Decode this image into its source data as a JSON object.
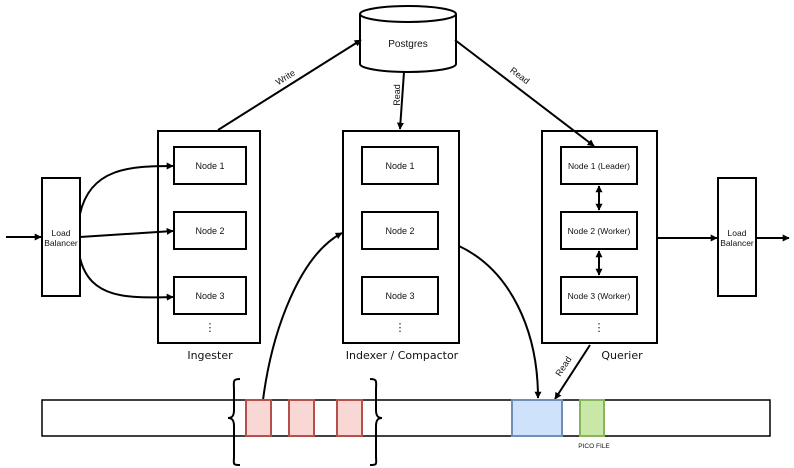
{
  "diagram": {
    "database": {
      "label": "Postgres"
    },
    "edges": {
      "write": "Write",
      "read_indexer": "Read",
      "read_querier": "Read",
      "read_storage": "Read"
    },
    "load_balancer_in": {
      "line1": "Load",
      "line2": "Balancer"
    },
    "load_balancer_out": {
      "line1": "Load",
      "line2": "Balancer"
    },
    "ingester": {
      "caption": "Ingester",
      "nodes": [
        "Node 1",
        "Node 2",
        "Node 3"
      ],
      "ellipsis": "⋮"
    },
    "indexer": {
      "caption": "Indexer / Compactor",
      "nodes": [
        "Node 1",
        "Node 2",
        "Node 3"
      ],
      "ellipsis": "⋮"
    },
    "querier": {
      "caption": "Querier",
      "nodes": [
        "Node 1 (Leader)",
        "Node 2 (Worker)",
        "Node 3 (Worker)"
      ],
      "ellipsis": "⋮"
    },
    "storage": {
      "pico_label": "PICO FILE",
      "colors": {
        "segment_fill": "#f8d7d5",
        "segment_stroke": "#b5514a",
        "compacted_fill": "#cfe2fb",
        "compacted_stroke": "#6f8fb8",
        "pico_fill": "#c9e7a6",
        "pico_stroke": "#86b55b"
      }
    }
  }
}
